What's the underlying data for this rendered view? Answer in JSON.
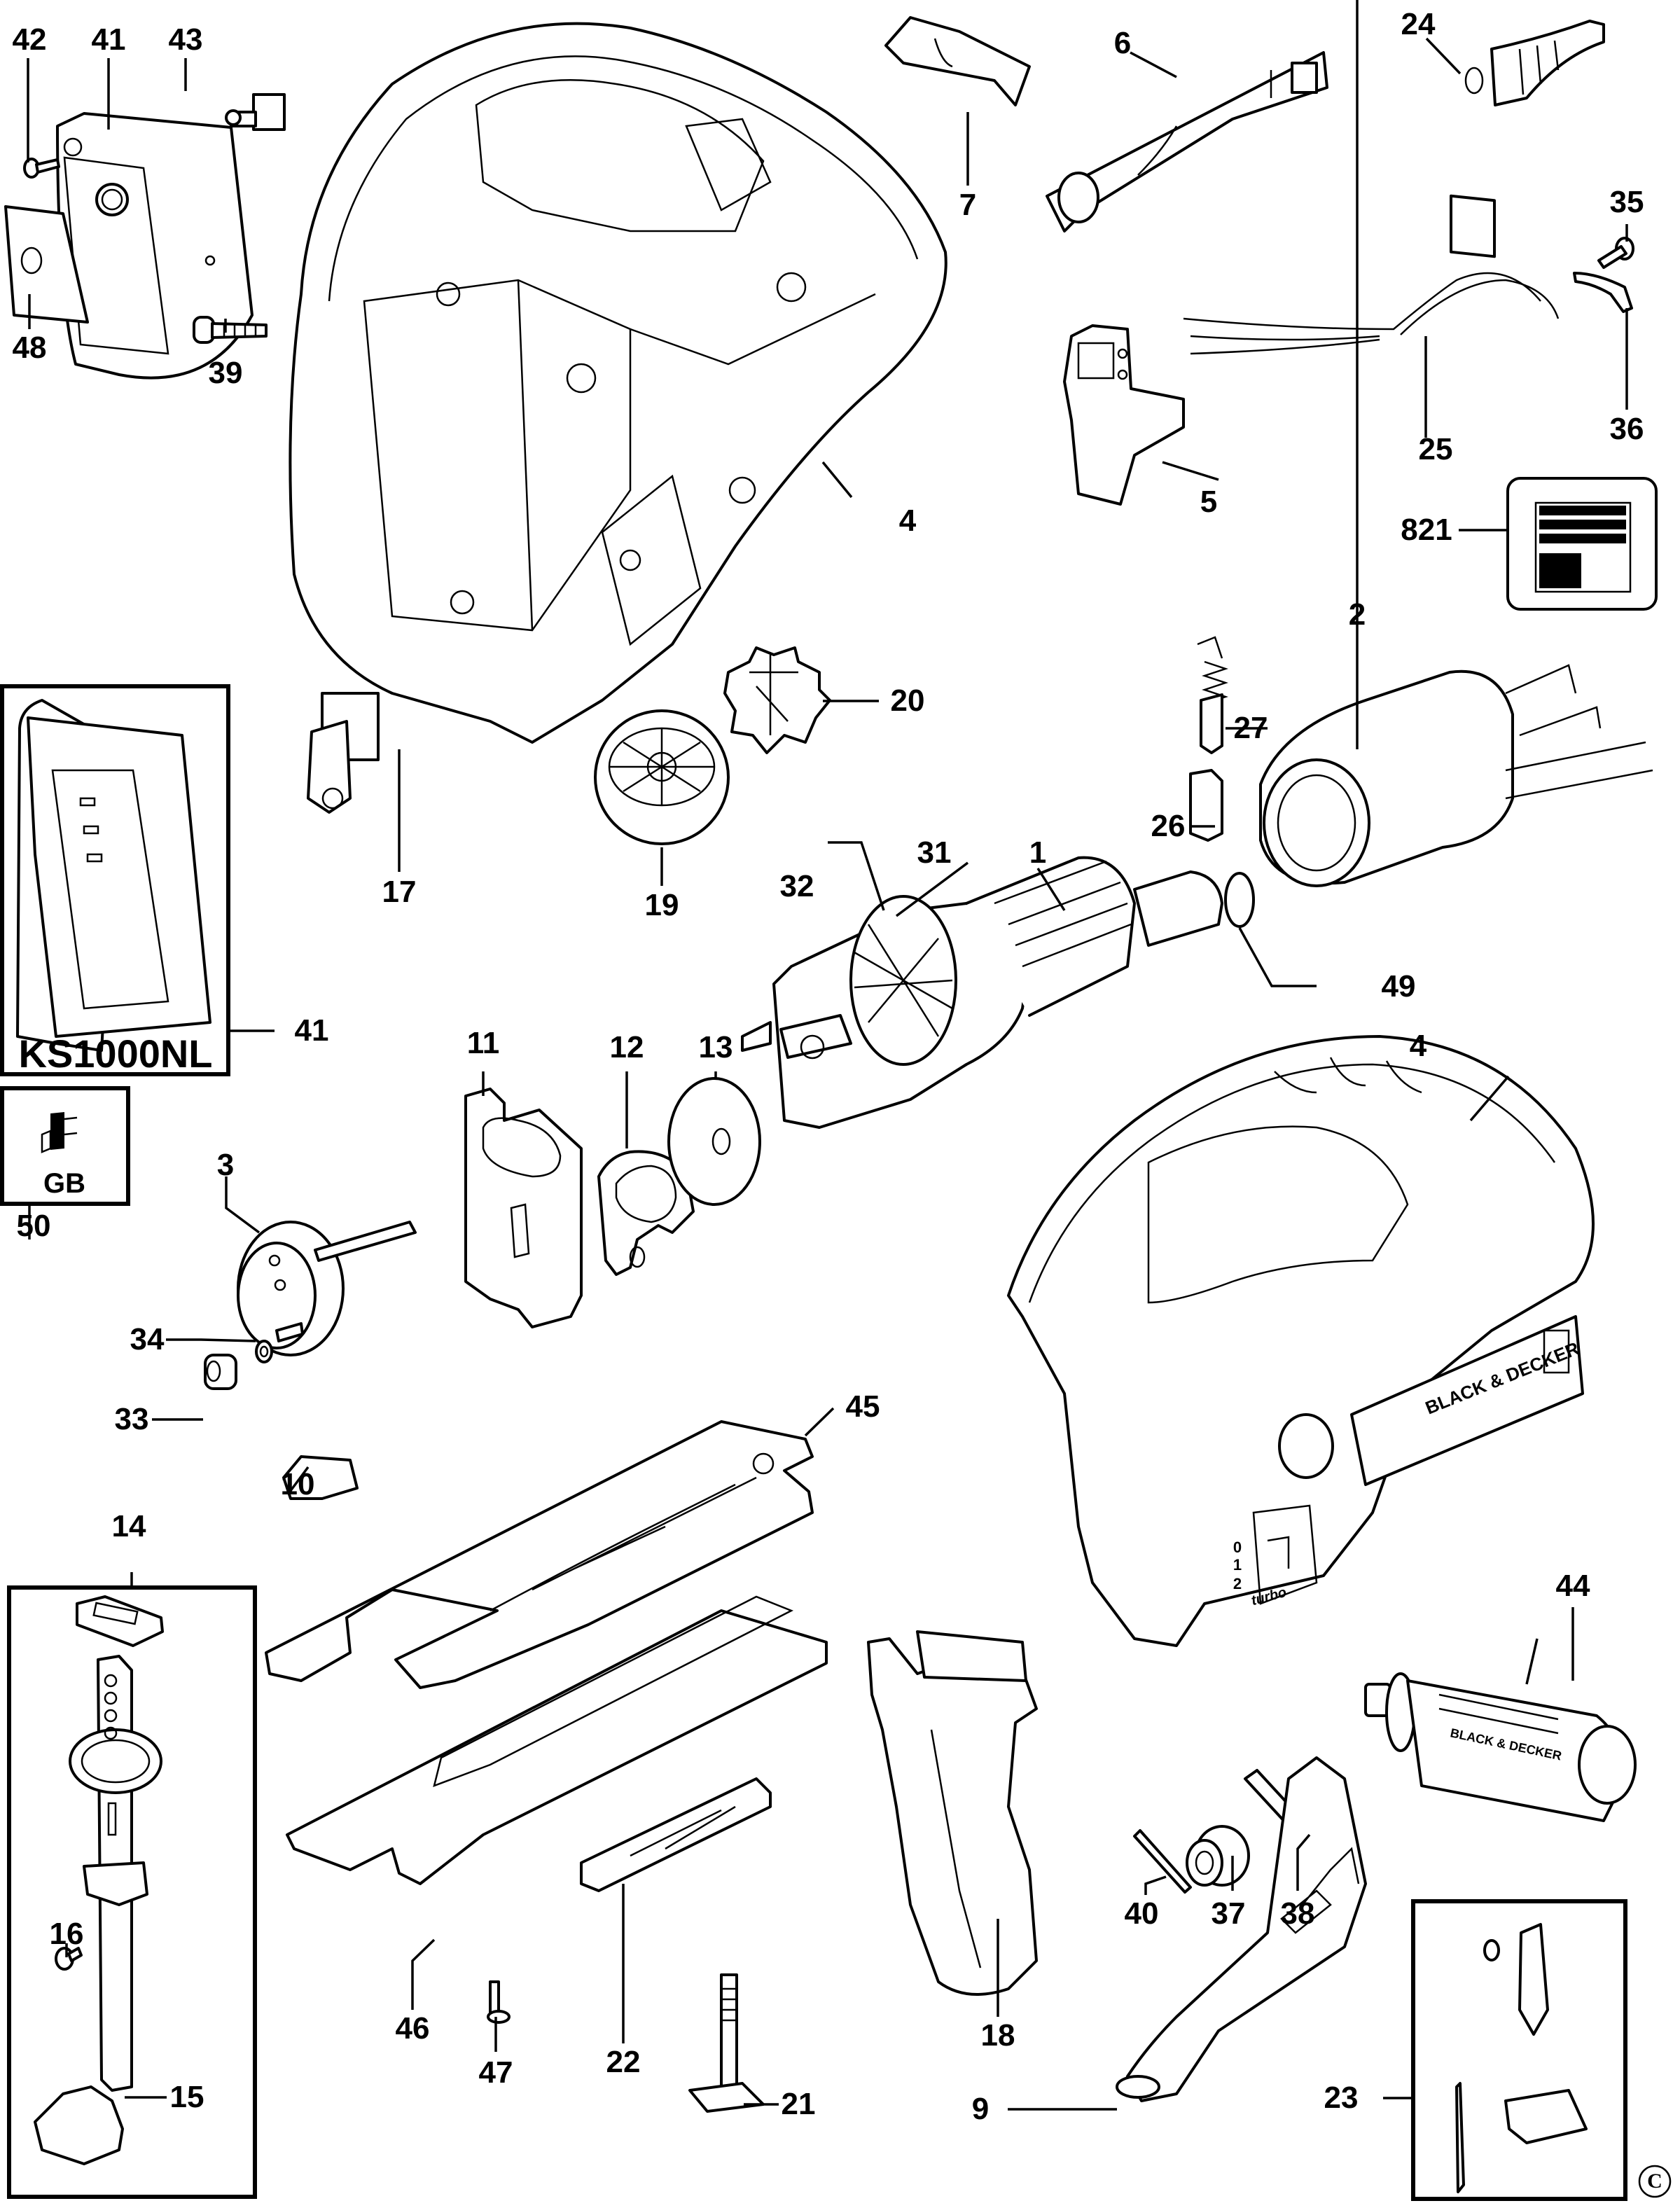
{
  "diagram": {
    "title": "Jigsaw exploded parts diagram",
    "brand_text": "BLACK & DECKER",
    "copyright_symbol": "C",
    "callouts": [
      {
        "id": "42",
        "label": "42",
        "part": "screw"
      },
      {
        "id": "41",
        "label": "41",
        "part": "side cover"
      },
      {
        "id": "43",
        "label": "43",
        "part": "LED / light unit"
      },
      {
        "id": "48",
        "label": "48",
        "part": "label plate"
      },
      {
        "id": "39",
        "label": "39",
        "part": "screw"
      },
      {
        "id": "4a",
        "label": "4",
        "part": "housing half (inner view)"
      },
      {
        "id": "7",
        "label": "7",
        "part": "switch actuator"
      },
      {
        "id": "6",
        "label": "6",
        "part": "electronic module / PCB"
      },
      {
        "id": "24",
        "label": "24",
        "part": "cord protector"
      },
      {
        "id": "35",
        "label": "35",
        "part": "screw"
      },
      {
        "id": "36",
        "label": "36",
        "part": "cord clamp"
      },
      {
        "id": "25",
        "label": "25",
        "part": "power cord"
      },
      {
        "id": "5",
        "label": "5",
        "part": "switch"
      },
      {
        "id": "821",
        "label": "821",
        "part": "nameplate label"
      },
      {
        "id": "2",
        "label": "2",
        "part": "field / stator"
      },
      {
        "id": "20",
        "label": "20",
        "part": "gear"
      },
      {
        "id": "27",
        "label": "27",
        "part": "brush holder with spring"
      },
      {
        "id": "26",
        "label": "26",
        "part": "carbon brush"
      },
      {
        "id": "17",
        "label": "17",
        "part": "pendulum lever"
      },
      {
        "id": "19",
        "label": "19",
        "part": "gear"
      },
      {
        "id": "32",
        "label": "32",
        "part": "washer"
      },
      {
        "id": "31",
        "label": "31",
        "part": "retaining ring"
      },
      {
        "id": "1",
        "label": "1",
        "part": "armature"
      },
      {
        "id": "49",
        "label": "49",
        "part": "bearing"
      },
      {
        "id": "41b",
        "label": "41",
        "part": "side cover (variant)"
      },
      {
        "id": "11",
        "label": "11",
        "part": "gear plate"
      },
      {
        "id": "12",
        "label": "12",
        "part": "gasket"
      },
      {
        "id": "13",
        "label": "13",
        "part": "washer disc"
      },
      {
        "id": "4b",
        "label": "4",
        "part": "housing (assembled view)"
      },
      {
        "id": "50",
        "label": "50",
        "part": "plug"
      },
      {
        "id": "3",
        "label": "3",
        "part": "crank gear"
      },
      {
        "id": "34",
        "label": "34",
        "part": "washer"
      },
      {
        "id": "33",
        "label": "33",
        "part": "roller"
      },
      {
        "id": "45",
        "label": "45",
        "part": "shoe / base plate"
      },
      {
        "id": "10",
        "label": "10",
        "part": "bevel lever"
      },
      {
        "id": "14",
        "label": "14",
        "part": "blade clamp cap"
      },
      {
        "id": "44",
        "label": "44",
        "part": "auxiliary handle"
      },
      {
        "id": "16",
        "label": "16",
        "part": "screw"
      },
      {
        "id": "15",
        "label": "15",
        "part": "blade holder"
      },
      {
        "id": "46",
        "label": "46",
        "part": "shoe insert"
      },
      {
        "id": "47",
        "label": "47",
        "part": "screw"
      },
      {
        "id": "22",
        "label": "22",
        "part": "shoe clamp"
      },
      {
        "id": "21",
        "label": "21",
        "part": "bolt"
      },
      {
        "id": "18",
        "label": "18",
        "part": "blade guard"
      },
      {
        "id": "40",
        "label": "40",
        "part": "pin"
      },
      {
        "id": "37",
        "label": "37",
        "part": "roller bearing"
      },
      {
        "id": "38",
        "label": "38",
        "part": "shaft"
      },
      {
        "id": "9",
        "label": "9",
        "part": "dust extraction adaptor"
      },
      {
        "id": "23",
        "label": "23",
        "part": "blade set"
      }
    ],
    "boxes": {
      "variant_cover": {
        "model_label": "KS1000NL",
        "callout": "41"
      },
      "plug_box": {
        "region_label": "GB",
        "callout": "50"
      }
    },
    "switch_markings": [
      "0",
      "1",
      "2"
    ],
    "switch_script": "turbo"
  }
}
